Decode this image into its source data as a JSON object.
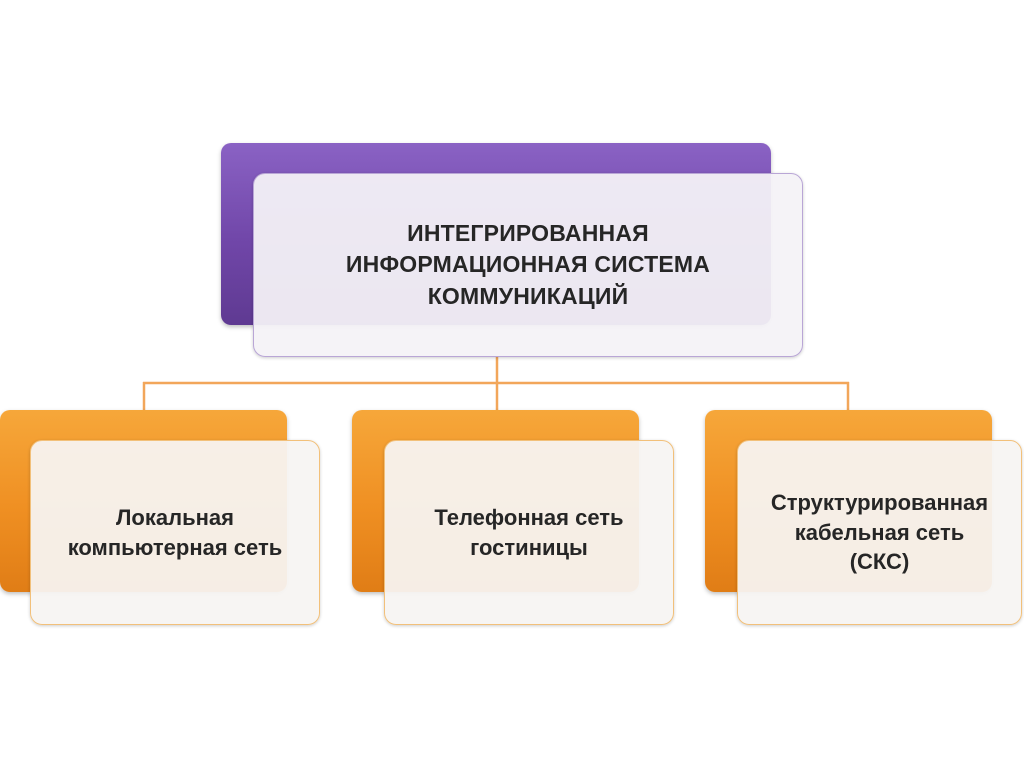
{
  "diagram": {
    "root": {
      "label": "ИНТЕГРИРОВАННАЯ\nИНФОРМАЦИОННАЯ СИСТЕМА\nКОММУНИКАЦИЙ"
    },
    "children": [
      {
        "label": "Локальная\nкомпьютерная сеть"
      },
      {
        "label": "Телефонная сеть\nгостиницы"
      },
      {
        "label": "Структурированная\nкабельная сеть\n(СКС)"
      }
    ]
  },
  "colors": {
    "root_accent": "#7046a8",
    "child_accent": "#ef8f22",
    "connector": "#f2a65a"
  }
}
